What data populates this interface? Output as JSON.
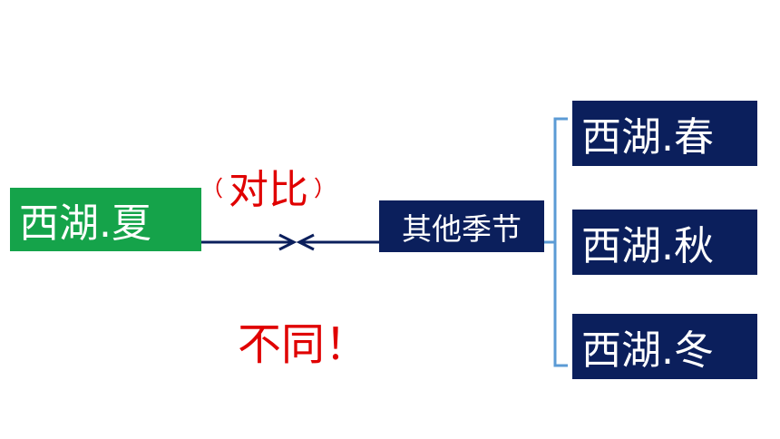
{
  "nodes": {
    "summer": "西湖.夏",
    "others": "其他季节",
    "spring": "西湖.春",
    "autumn": "西湖.秋",
    "winter": "西湖.冬"
  },
  "labels": {
    "contrast_open": "（",
    "contrast": "对比",
    "contrast_close": "）",
    "different": "不同！"
  },
  "colors": {
    "summer_box": "#15a34a",
    "dark_box": "#0b1f5c",
    "arrow": "#0b1f5c",
    "bracket": "#5b9bd5",
    "label_text": "#e00000"
  }
}
